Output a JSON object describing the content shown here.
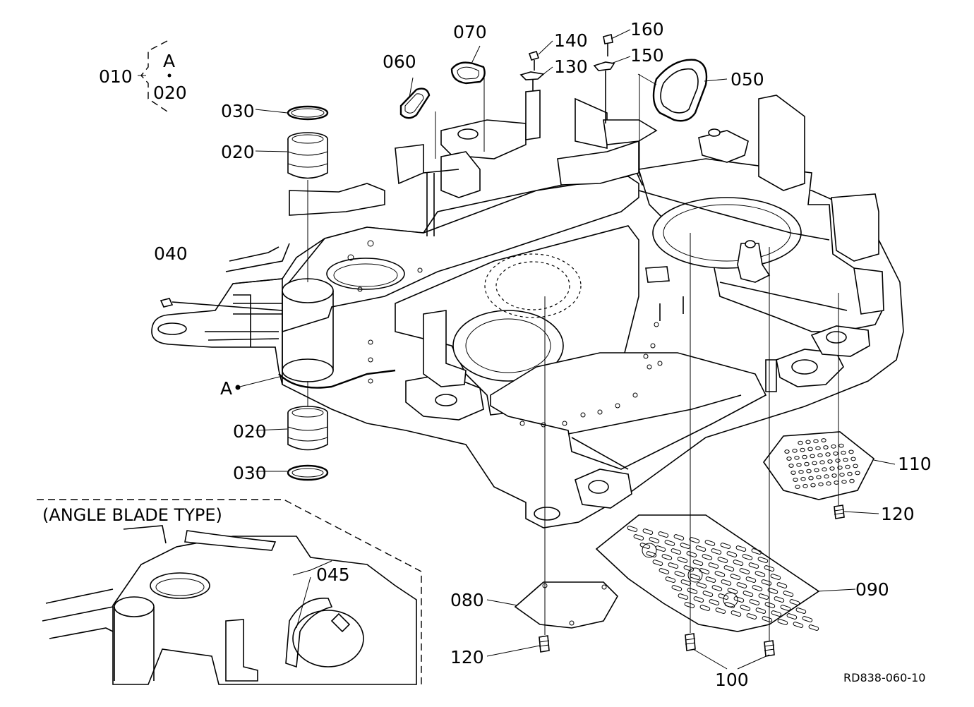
{
  "diagram": {
    "assembly_label": "010",
    "detail_letter": "A",
    "detail_sub": "020",
    "ref_marker": "A",
    "inset_caption": "(ANGLE BLADE TYPE)",
    "drawing_code": "RD838-060-10",
    "callouts": {
      "c030_top": "030",
      "c020_top": "020",
      "c040": "040",
      "c060": "060",
      "c070": "070",
      "c140": "140",
      "c130": "130",
      "c160": "160",
      "c150": "150",
      "c050": "050",
      "c020_bot": "020",
      "c030_bot": "030",
      "c110": "110",
      "c120_right": "120",
      "c045": "045",
      "c080": "080",
      "c090": "090",
      "c120_bot": "120",
      "c100": "100"
    }
  }
}
